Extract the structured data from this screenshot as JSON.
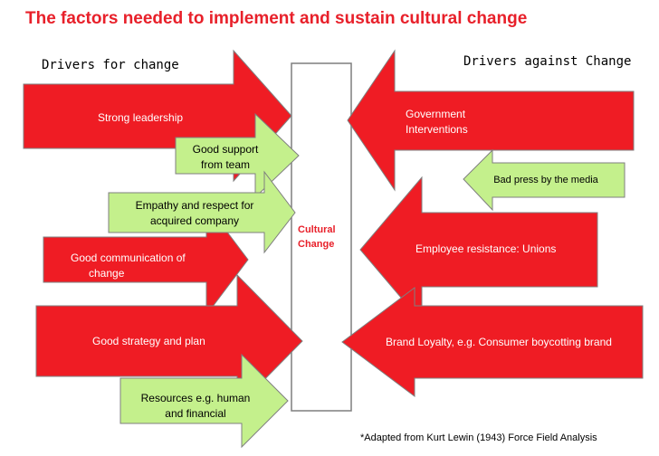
{
  "title": "The factors needed to implement and sustain cultural change",
  "drivers_for_label": "Drivers for change",
  "drivers_against_label": "Drivers against Change",
  "center_label": "Cultural\nChange",
  "drivers_for": [
    "Strong leadership",
    "Good communication of\n      change",
    "Good strategy and plan"
  ],
  "drivers_against": [
    "Government\nInterventions",
    "Employee resistance: Unions",
    "Brand Loyalty, e.g. Consumer boycotting brand"
  ],
  "supporting_for": [
    "Good support\nfrom team",
    "Empathy and respect for\nacquired company",
    "Resources e.g. human\nand financial"
  ],
  "supporting_against": [
    "Bad press by the media"
  ],
  "footnote": "*Adapted from Kurt Lewin (1943) Force Field Analysis",
  "colors": {
    "red_arrow": "#ef1c24",
    "green_arrow": "#c4f08c",
    "title": "#e8202a"
  }
}
